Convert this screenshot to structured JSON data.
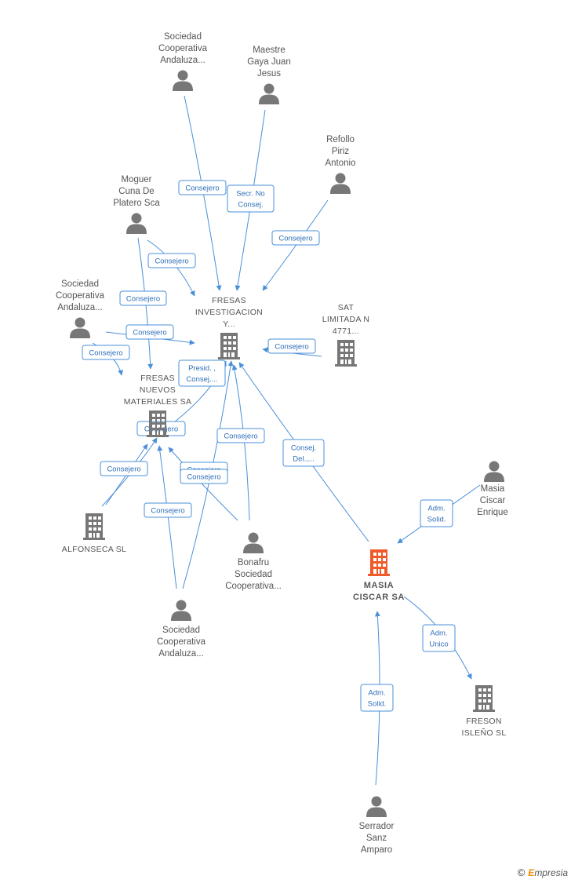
{
  "nodes": [
    {
      "id": "sca1",
      "type": "person",
      "lines": [
        "Sociedad",
        "Cooperativa",
        "Andaluza..."
      ]
    },
    {
      "id": "maestre",
      "type": "person",
      "lines": [
        "Maestre",
        "Gaya Juan",
        "Jesus"
      ]
    },
    {
      "id": "refollo",
      "type": "person",
      "lines": [
        "Refollo",
        "Piriz",
        "Antonio"
      ]
    },
    {
      "id": "moguer",
      "type": "person",
      "lines": [
        "Moguer",
        "Cuna De",
        "Platero Sca"
      ]
    },
    {
      "id": "sca2",
      "type": "person",
      "lines": [
        "Sociedad",
        "Cooperativa",
        "Andaluza..."
      ]
    },
    {
      "id": "fresas_inv",
      "type": "company",
      "lines": [
        "FRESAS",
        "INVESTIGACION",
        "Y..."
      ]
    },
    {
      "id": "sat",
      "type": "company",
      "lines": [
        "SAT",
        "LIMITADA N",
        "4771..."
      ]
    },
    {
      "id": "fresas_nuevos",
      "type": "company",
      "lines": [
        "FRESAS",
        "NUEVOS",
        "MATERIALES SA"
      ]
    },
    {
      "id": "alfonseca",
      "type": "company",
      "lines": [
        "ALFONSECA SL"
      ]
    },
    {
      "id": "bonafru",
      "type": "person",
      "lines": [
        "Bonafru",
        "Sociedad",
        "Cooperativa..."
      ]
    },
    {
      "id": "sca3",
      "type": "person",
      "lines": [
        "Sociedad",
        "Cooperativa",
        "Andaluza..."
      ]
    },
    {
      "id": "masia_enrique",
      "type": "person",
      "lines": [
        "Masia",
        "Ciscar",
        "Enrique"
      ]
    },
    {
      "id": "masia_ciscar",
      "type": "main",
      "lines": [
        "MASIA",
        "CISCAR SA"
      ]
    },
    {
      "id": "freson",
      "type": "company",
      "lines": [
        "FRESON",
        "ISLEÑO SL"
      ]
    },
    {
      "id": "serrador",
      "type": "person",
      "lines": [
        "Serrador",
        "Sanz",
        "Amparo"
      ]
    }
  ],
  "edges": [
    {
      "id": "e1",
      "lines": [
        "Consejero"
      ]
    },
    {
      "id": "e2",
      "lines": [
        "Secr.  No",
        "Consej."
      ]
    },
    {
      "id": "e3",
      "lines": [
        "Consejero"
      ]
    },
    {
      "id": "e4",
      "lines": [
        "Consejero"
      ]
    },
    {
      "id": "e5",
      "lines": [
        "Consejero"
      ]
    },
    {
      "id": "e6",
      "lines": [
        "Consejero"
      ]
    },
    {
      "id": "e7",
      "lines": [
        "Consejero"
      ]
    },
    {
      "id": "e8",
      "lines": [
        "Consejero"
      ]
    },
    {
      "id": "e9",
      "lines": [
        "Presid. ,",
        "Consej...."
      ]
    },
    {
      "id": "e10",
      "lines": [
        "Consejero"
      ]
    },
    {
      "id": "e11",
      "lines": [
        "Consejero"
      ]
    },
    {
      "id": "e12",
      "lines": [
        "Consej.",
        "Del.,..."
      ]
    },
    {
      "id": "e13",
      "lines": [
        "Consejero"
      ]
    },
    {
      "id": "e14",
      "lines": [
        "Consejero"
      ]
    },
    {
      "id": "e15",
      "lines": [
        "Consejero"
      ]
    },
    {
      "id": "e16",
      "lines": [
        "Consejero"
      ]
    },
    {
      "id": "e17",
      "lines": [
        "Adm.",
        "Solid."
      ]
    },
    {
      "id": "e18",
      "lines": [
        "Adm.",
        "Unico"
      ]
    },
    {
      "id": "e19",
      "lines": [
        "Adm.",
        "Solid."
      ]
    }
  ],
  "brand": {
    "copyright": "©",
    "e": "E",
    "rest": "mpresia"
  },
  "colors": {
    "edge": "#4a8fd8",
    "icon": "#777777",
    "main": "#ee5a2a"
  }
}
